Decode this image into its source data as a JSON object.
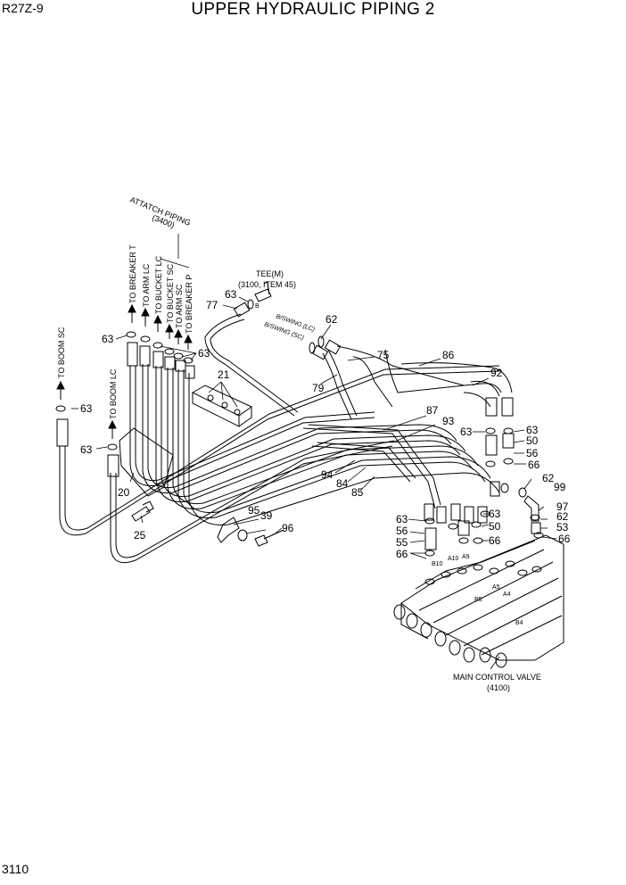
{
  "header": {
    "model": "R27Z-9",
    "title": "UPPER HYDRAULIC PIPING 2"
  },
  "footer": {
    "page_number": "3110"
  },
  "annotations": {
    "attach_piping": "ATTATCH PIPING",
    "attach_piping_ref": "(3400)",
    "tee": "TEE(M)",
    "tee_ref": "(3100, ITEM 45)",
    "to_boom_sc": "TO BOOM SC",
    "to_boom_lc": "TO BOOM LC",
    "to_breaker_t": "TO BREAKER T",
    "to_arm_lc": "TO ARM LC",
    "to_bucket_lc": "TO BUCKET LC",
    "to_bucket_sc": "TO BUCKET SC",
    "to_arm_sc": "TO ARM SC",
    "to_breaker_p": "TO BREAKER P",
    "bswing_lc": "B/SWING (LC)",
    "bswing_sc": "B/SWING (SC)",
    "main_control_valve": "MAIN CONTROL VALVE",
    "main_control_valve_ref": "(4100)"
  },
  "port_labels": [
    "B",
    "A10",
    "A9",
    "B10",
    "A5",
    "A4",
    "B5",
    "B4"
  ],
  "callouts": {
    "c63": "63",
    "c77": "77",
    "c21": "21",
    "c20": "20",
    "c25": "25",
    "c95": "95",
    "c39": "39",
    "c96": "96",
    "c62": "62",
    "c75": "75",
    "c79": "79",
    "c86": "86",
    "c92": "92",
    "c87": "87",
    "c93": "93",
    "c94": "94",
    "c84": "84",
    "c85": "85",
    "c50": "50",
    "c56": "56",
    "c66": "66",
    "c99": "99",
    "c97": "97",
    "c53": "53",
    "c55": "55"
  }
}
